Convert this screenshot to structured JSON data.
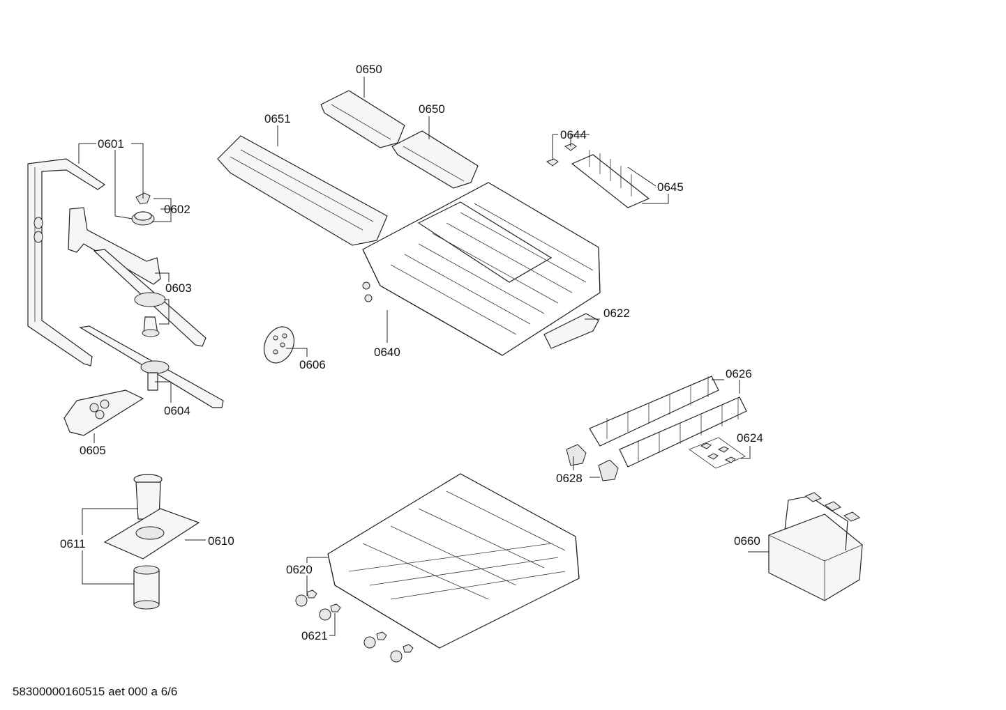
{
  "labels": {
    "p0601": "0601",
    "p0602": "0602",
    "p0603": "0603",
    "p0604": "0604",
    "p0605": "0605",
    "p0606": "0606",
    "p0610": "0610",
    "p0611": "0611",
    "p0620": "0620",
    "p0621": "0621",
    "p0622": "0622",
    "p0624": "0624",
    "p0626": "0626",
    "p0628": "0628",
    "p0640": "0640",
    "p0644": "0644",
    "p0645": "0645",
    "p0650a": "0650",
    "p0650b": "0650",
    "p0651": "0651",
    "p0660": "0660"
  },
  "footer": "58300000160515 aet 000 a 6/6"
}
